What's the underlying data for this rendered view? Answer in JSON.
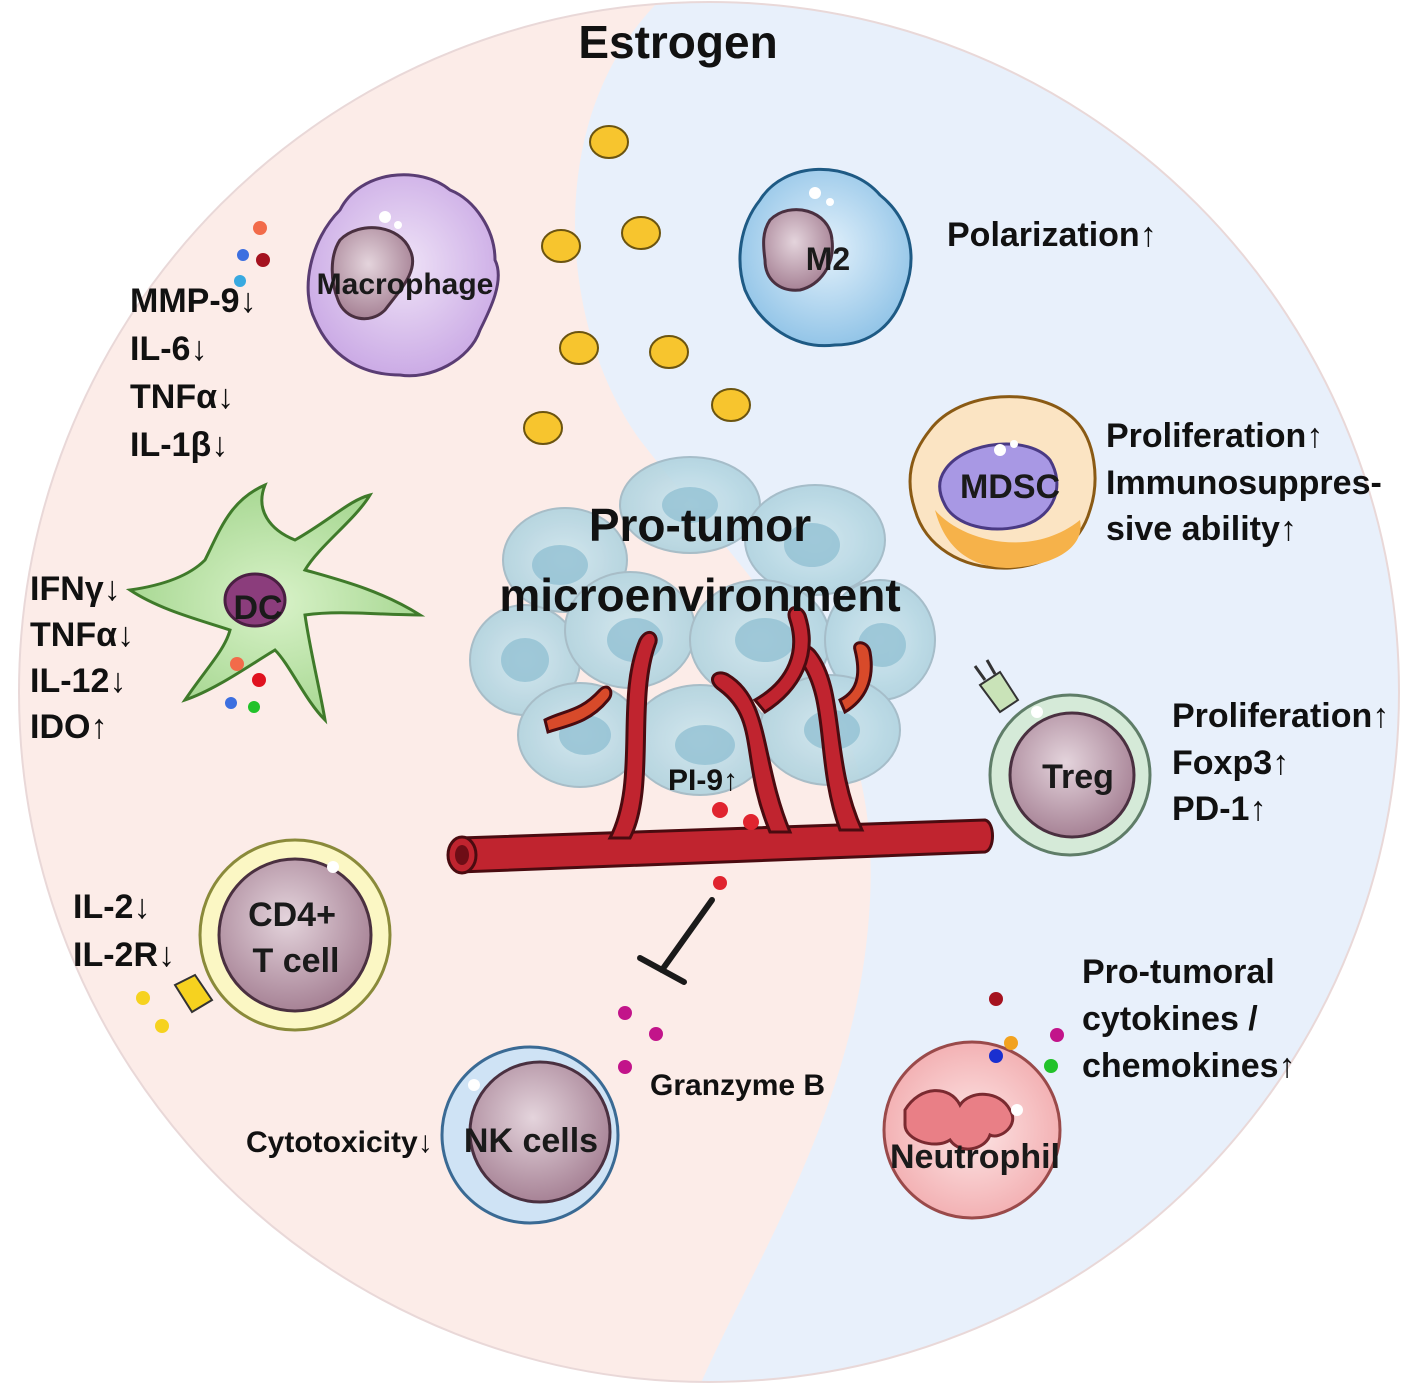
{
  "title": "Estrogen",
  "center": {
    "line1": "Pro-tumor",
    "line2": "microenvironment",
    "vessel_label": "PI-9↑"
  },
  "cells": {
    "macrophage": {
      "name": "Macrophage",
      "effects": [
        "MMP-9↓",
        "IL-6↓",
        "TNFα↓",
        "IL-1β↓"
      ]
    },
    "m2": {
      "name": "M2",
      "effects": [
        "Polarization↑"
      ]
    },
    "dc": {
      "name": "DC",
      "effects": [
        "IFNγ↓",
        "TNFα↓",
        "IL-12↓",
        "IDO↑"
      ]
    },
    "mdsc": {
      "name": "MDSC",
      "effects": [
        "Proliferation↑",
        "Immunosuppres-",
        "sive ability↑"
      ]
    },
    "treg": {
      "name": "Treg",
      "effects": [
        "Proliferation↑",
        "Foxp3↑",
        "PD-1↑"
      ]
    },
    "cd4": {
      "name_line1": "CD4+",
      "name_line2": "T cell",
      "effects": [
        "IL-2↓",
        "IL-2R↓"
      ]
    },
    "nk": {
      "name": "NK cells",
      "effect": "Cytotoxicity↓",
      "granzyme": "Granzyme B"
    },
    "neutrophil": {
      "name": "Neutrophil",
      "effects": [
        "Pro-tumoral",
        "cytokines /",
        "chemokines↑"
      ]
    }
  },
  "colors": {
    "left_bg": "#fcece8",
    "right_bg": "#e8f0fb",
    "estrogen": "#f7c52e",
    "vessel": "#b71c27"
  },
  "icons": [
    "estrogen-particle",
    "blood-vessel",
    "inhibition-arrow",
    "receptor-plug"
  ]
}
